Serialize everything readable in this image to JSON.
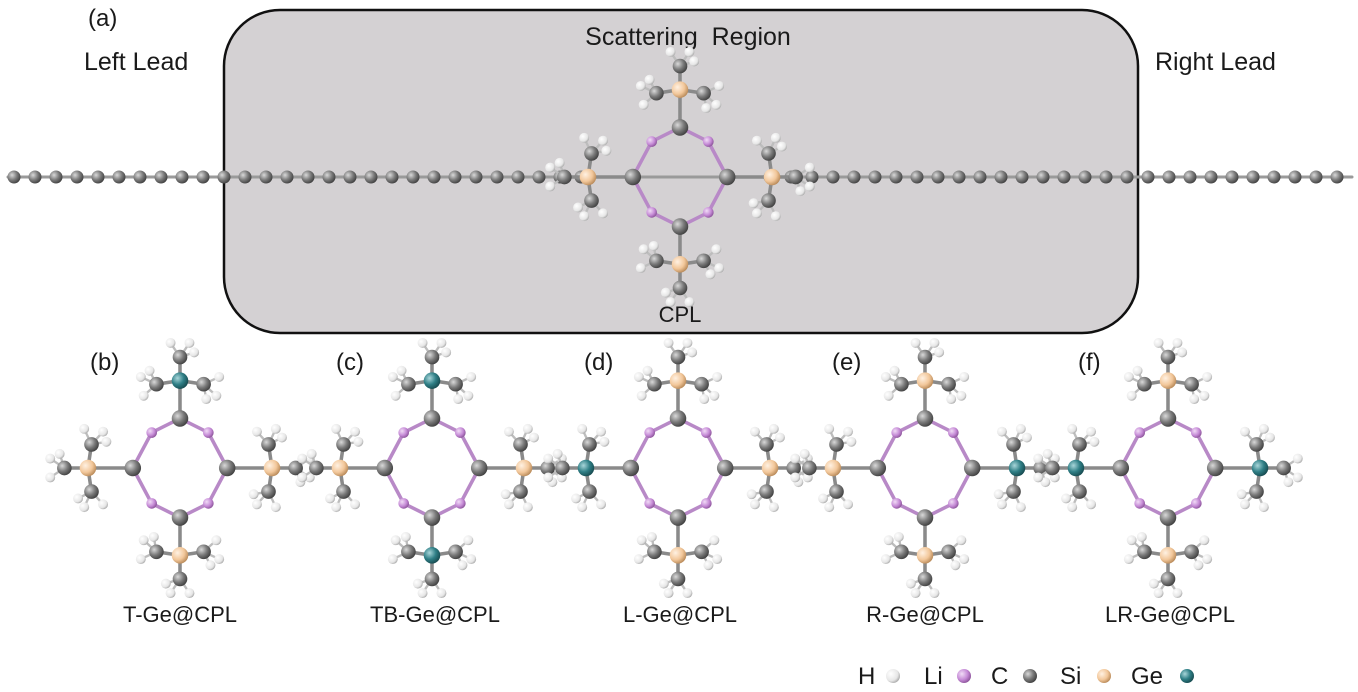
{
  "panel_a": {
    "label": "(a)",
    "left_lead": "Left Lead",
    "scattering_region": "Scattering  Region",
    "right_lead": "Right Lead",
    "molecule_label": "CPL"
  },
  "molecules": [
    {
      "tag": "(b)",
      "name": "T-Ge@CPL",
      "ge_sites": [
        "top"
      ]
    },
    {
      "tag": "(c)",
      "name": "TB-Ge@CPL",
      "ge_sites": [
        "top",
        "bottom"
      ]
    },
    {
      "tag": "(d)",
      "name": "L-Ge@CPL",
      "ge_sites": [
        "left"
      ]
    },
    {
      "tag": "(e)",
      "name": "R-Ge@CPL",
      "ge_sites": [
        "right"
      ]
    },
    {
      "tag": "(f)",
      "name": "LR-Ge@CPL",
      "ge_sites": [
        "left",
        "right"
      ]
    }
  ],
  "legend": [
    {
      "symbol": "H",
      "color": "#f4f4f4"
    },
    {
      "symbol": "Li",
      "color": "#c58ad6"
    },
    {
      "symbol": "C",
      "color": "#6e6e6e"
    },
    {
      "symbol": "Si",
      "color": "#f2c79a"
    },
    {
      "symbol": "Ge",
      "color": "#2f7f86"
    }
  ],
  "colors": {
    "region_fill": "#d4d1d3",
    "region_stroke": "#111111",
    "bond": "#8a8a8a"
  }
}
